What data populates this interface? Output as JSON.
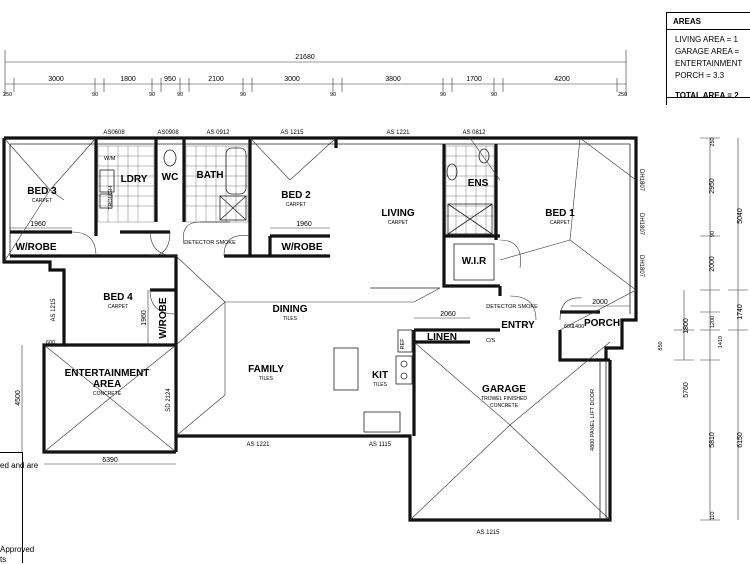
{
  "overall_dim": "21680",
  "top_dims": [
    "3000",
    "1800",
    "950",
    "2100",
    "3000",
    "3800",
    "1700",
    "4200"
  ],
  "end_ticks": [
    "250",
    "90",
    "90",
    "90",
    "90",
    "90",
    "90",
    "90",
    "250"
  ],
  "bottom_dims": [
    "6390"
  ],
  "rooms": {
    "bed3": {
      "name": "BED 3",
      "floor": "CARPET"
    },
    "bed2": {
      "name": "BED 2",
      "floor": "CARPET"
    },
    "living": {
      "name": "LIVING",
      "floor": "CARPET"
    },
    "bed1": {
      "name": "BED 1",
      "floor": "CARPET"
    },
    "bed4": {
      "name": "BED 4",
      "floor": "CARPET"
    },
    "dining": {
      "name": "DINING",
      "floor": "TILES"
    },
    "family": {
      "name": "FAMILY",
      "floor": "TILES"
    },
    "kit": {
      "name": "KIT",
      "floor": "TILES"
    },
    "ent": {
      "name1": "ENTERTAINMENT",
      "name2": "AREA",
      "floor": "CONCRETE"
    },
    "garage": {
      "name": "GARAGE",
      "floor1": "TROWEL FINISHED",
      "floor2": "CONCRETE"
    },
    "entry": {
      "name": "ENTRY"
    },
    "porch": {
      "name": "PORCH"
    },
    "linen": {
      "name": "LINEN"
    },
    "wir": {
      "name": "W.I.R"
    },
    "ens": {
      "name": "ENS"
    },
    "ldry": {
      "name": "LDRY"
    },
    "wc": {
      "name": "WC"
    },
    "bath": {
      "name": "BATH"
    },
    "wrobe1": {
      "name": "W/ROBE"
    },
    "wrobe2": {
      "name": "W/ROBE"
    },
    "wrobe3": {
      "name": "W/ROBE"
    }
  },
  "windows": {
    "w1": "AS0608",
    "w2": "AS0908",
    "w3": "AS 0912",
    "w4": "AS 1215",
    "w5": "AS 1221",
    "w6": "AS 0812",
    "w7": "AS 1215",
    "w8": "DH1807",
    "w9": "DH1807",
    "w10": "DH1807",
    "w11": "AS 1221",
    "w12": "AS 1115",
    "w13": "AS 1215",
    "w14": "SD 2124"
  },
  "inner_dims": {
    "d1960a": "1960",
    "d1960b": "1960",
    "d1960c": "1960",
    "d2060": "2060",
    "d2000": "2000",
    "d4500": "4500",
    "d600a": "600",
    "d600b": "600",
    "d1400": "1400",
    "garage_door": "4800 PANEL LIFT DOOR"
  },
  "small_text": {
    "wm": "W/M",
    "trough": "TROUGH",
    "detector1": "DETECTOR SMOKE",
    "detector2": "DETECTOR SMOKE",
    "cs": "C/S",
    "ref": "REF"
  },
  "right_dims": {
    "r1": "2950",
    "r2": "5040",
    "r3": "2000",
    "r4": "1800",
    "r5": "1200",
    "r6": "1740",
    "r7": "1410",
    "r8": "5760",
    "r9": "5810",
    "r10": "6150",
    "r11": "850",
    "r12": "110",
    "r13": "250",
    "r14": "90"
  },
  "areas": {
    "heading": "AREAS",
    "living": "LIVING AREA = 1",
    "garage": "GARAGE AREA =",
    "ent": "ENTERTAINMENT",
    "porch": "PORCH = 3.3",
    "total": "TOTAL AREA = 2"
  },
  "approval": {
    "line1": "ed and are",
    "line2": "Approved",
    "line3": "ts"
  }
}
